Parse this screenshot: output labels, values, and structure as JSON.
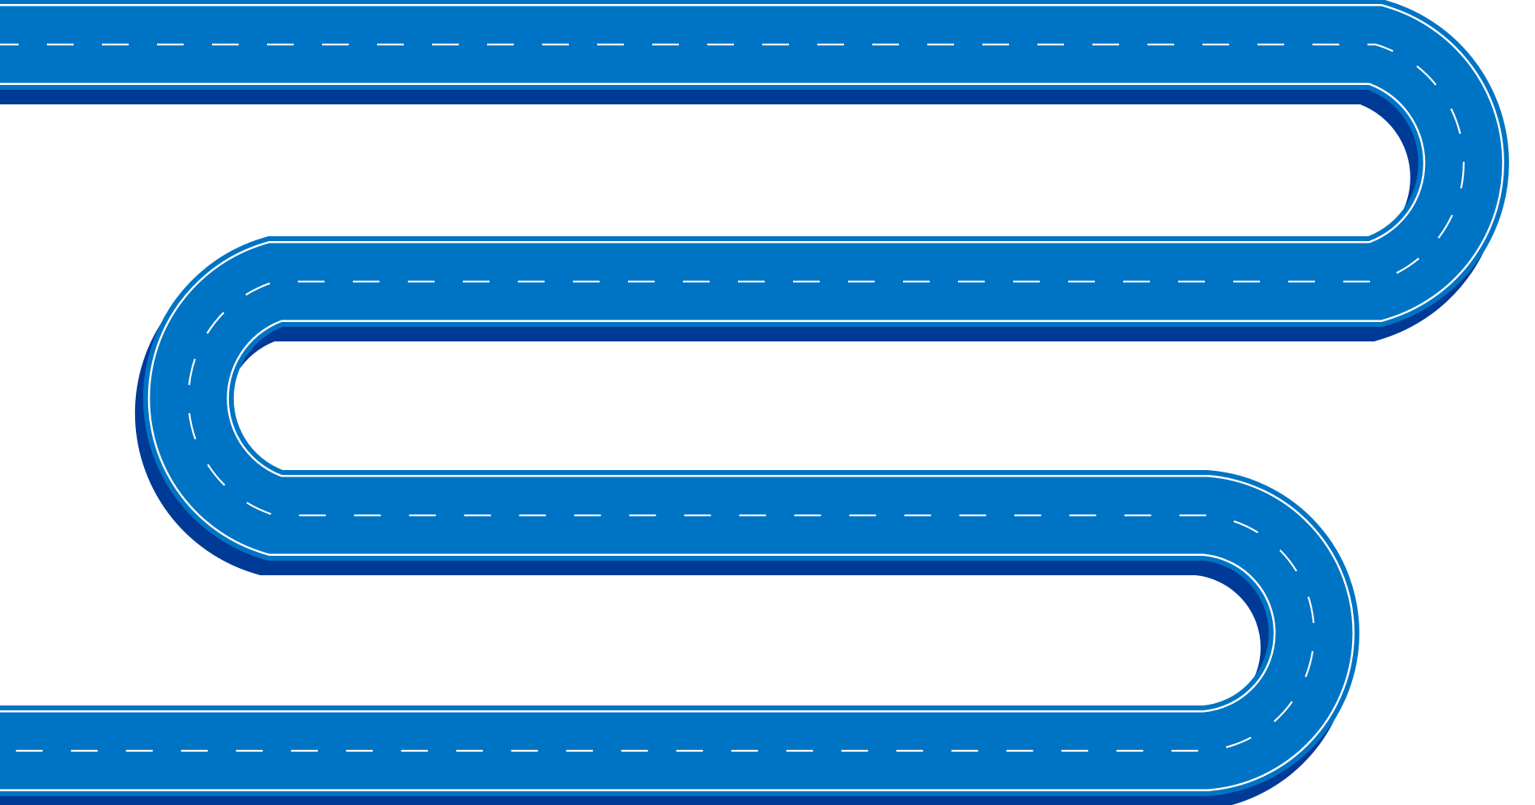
{
  "illustration": {
    "subject": "winding-road",
    "lanes": 2,
    "lane_divider": "dashed",
    "edge_lines": "solid",
    "turns": 3,
    "colors": {
      "road": "#0074C4",
      "road_shadow": "#003A97",
      "lane_markings": "#FFFFFF",
      "background": "#FFFFFF"
    }
  }
}
